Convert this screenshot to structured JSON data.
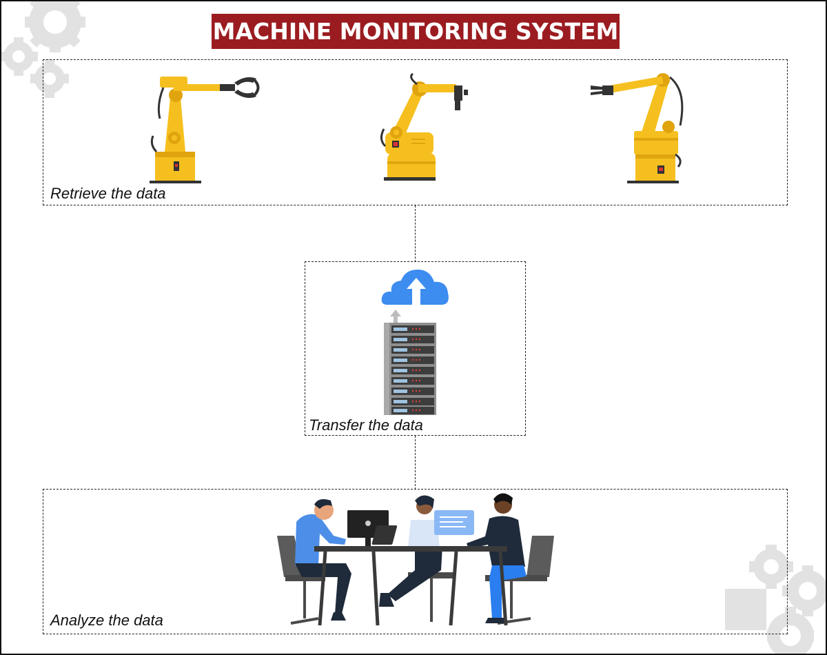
{
  "title": "MACHINE MONITORING SYSTEM",
  "stages": {
    "retrieve": {
      "label": "Retrieve the data"
    },
    "transfer": {
      "label": "Transfer the data"
    },
    "analyze": {
      "label": "Analyze the data"
    }
  },
  "colors": {
    "title_bg": "#9b1c20",
    "robot_yellow": "#f5c01f",
    "robot_shade": "#e0a40e",
    "cloud_blue": "#3d8cf0",
    "server_dark": "#3d3d3d",
    "gear_gray": "#dedede"
  },
  "icons": [
    "gear-icon",
    "robot-arm-icon",
    "cloud-upload-icon",
    "server-rack-icon",
    "team-at-desk-illustration"
  ]
}
